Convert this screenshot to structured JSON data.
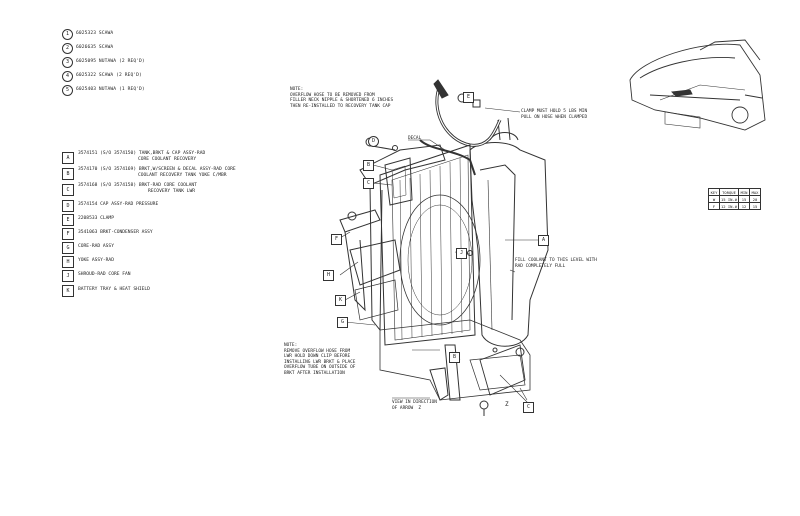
{
  "fasteners": [
    {
      "num": "1",
      "text": "6025323 SCAWA"
    },
    {
      "num": "2",
      "text": "6026635 SCAWA"
    },
    {
      "num": "3",
      "text": "6025095 NUTAWA (2 REQ'D)"
    },
    {
      "num": "4",
      "text": "6025322 SCAWA (2 REQ'D)"
    },
    {
      "num": "5",
      "text": "6025403 NUTAWA (1 REQ'D)"
    }
  ],
  "parts": [
    {
      "letter": "A",
      "lines": [
        "3574151 (S/O 3574150) TANK,BRKT & CAP ASSY-RAD",
        "CORE COOLANT RECOVERY"
      ]
    },
    {
      "letter": "B",
      "lines": [
        "3574170 (S/O 3574169) BRKT,W/SCREEN & DECAL ASSY-RAD CORE",
        "COOLANT RECOVERY TANK YOKE C/MBR"
      ]
    },
    {
      "letter": "C",
      "lines": [
        "3574168 (S/O 3574158) BRKT-RAD CORE COOLANT",
        "RECOVERY TANK LWR"
      ]
    },
    {
      "letter": "D",
      "lines": [
        "3574154 CAP ASSY-RAD PRESSURE"
      ]
    },
    {
      "letter": "E",
      "lines": [
        "2208533 CLAMP"
      ]
    },
    {
      "letter": "F",
      "lines": [
        "3541063 BRKT-CONDENSER ASSY"
      ]
    },
    {
      "letter": "G",
      "lines": [
        "CORE-RAD ASSY"
      ]
    },
    {
      "letter": "H",
      "lines": [
        "YOKE ASSY-RAD"
      ]
    },
    {
      "letter": "J",
      "lines": [
        "SHROUD-RAD CORE FAN"
      ]
    },
    {
      "letter": "K",
      "lines": [
        "BATTERY TRAY & HEAT SHIELD"
      ]
    }
  ],
  "notes": {
    "top": "NOTE:\nOVERFLOW HOSE TO BE REMOVED FROM\nFILLER NECK NIPPLE & SHORTENED 6 INCHES\nTHEN RE-INSTALLED TO RECOVERY TANK CAP",
    "clamp": "CLAMP MUST HOLD 5 LBS MIN\nPULL ON HOSE WHEN CLAMPED",
    "decal": "DECAL",
    "fill": "FILL COOLANT TO THIS LEVEL WITH\nRAD COMPLETELY FULL",
    "bottom": "NOTE:\nREMOVE OVERFLOW HOSE FROM\nLWR HOLD DOWN CLIP BEFORE\nINSTALLING LWR BRKT & PLACE\nOVERFLOW TUBE ON OUTSIDE OF\nBRKT AFTER INSTALLATION",
    "view": "VIEW IN DIRECTION\nOF ARROW  Z",
    "arrow_z": "Z"
  },
  "torque_table": {
    "headers": [
      "KEY",
      "TORQUE",
      "MIN",
      "MAX"
    ],
    "rows": [
      [
        "W",
        "15 IN.#",
        "15",
        "20"
      ],
      [
        "F",
        "12 IN.#",
        "12",
        "15"
      ]
    ]
  },
  "callouts": [
    "E",
    "D",
    "B",
    "C",
    "F",
    "H",
    "K",
    "G",
    "J",
    "A",
    "C",
    "B"
  ]
}
